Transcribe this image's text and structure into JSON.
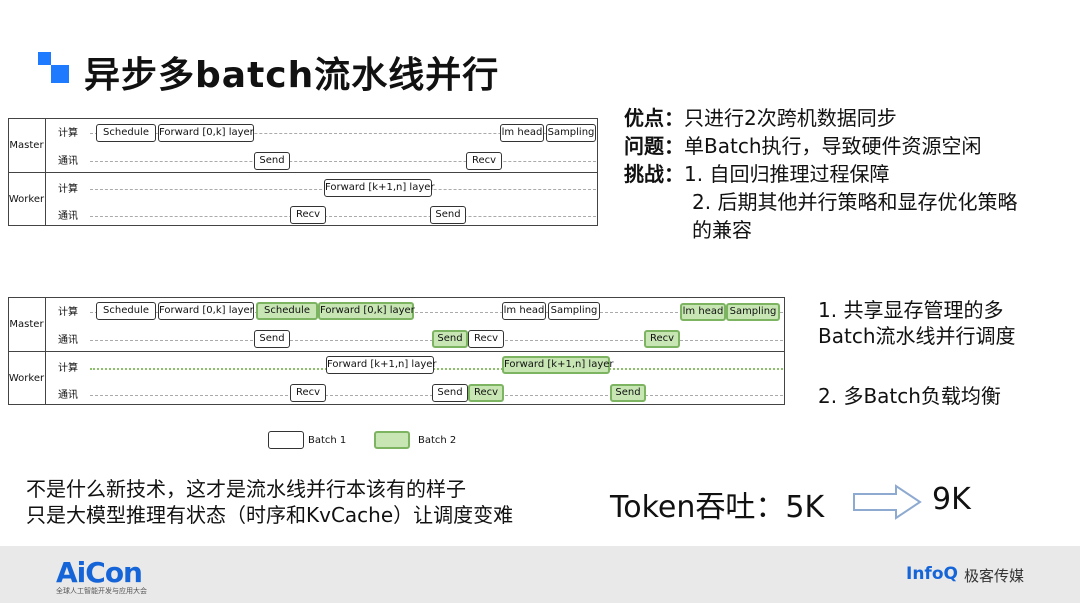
{
  "title": "异步多batch流水线并行",
  "lanes": {
    "compute": "计算",
    "comm": "通讯"
  },
  "rows": {
    "master": "Master",
    "worker": "Worker"
  },
  "diagram1": {
    "master_compute": [
      "Schedule",
      "Forward [0,k] layer",
      "lm head",
      "Sampling"
    ],
    "master_comm": [
      "Send",
      "Recv"
    ],
    "worker_compute": [
      "Forward [k+1,n] layer"
    ],
    "worker_comm": [
      "Recv",
      "Send"
    ]
  },
  "diagram2": {
    "master_compute": [
      "Schedule",
      "Forward [0,k] layer",
      "Schedule",
      "Forward [0,k] layer",
      "lm head",
      "Sampling",
      "lm head",
      "Sampling"
    ],
    "master_comm": [
      "Send",
      "Send",
      "Recv",
      "Recv"
    ],
    "worker_compute": [
      "Forward [k+1,n] layer",
      "Forward [k+1,n] layer"
    ],
    "worker_comm": [
      "Recv",
      "Send",
      "Recv",
      "Send"
    ]
  },
  "legend": {
    "batch1": "Batch 1",
    "batch2": "Batch 2"
  },
  "pros": {
    "k1": "优点：",
    "v1": "只进行2次跨机数据同步",
    "k2": "问题：",
    "v2": "单Batch执行，导致硬件资源空闲",
    "k3": "挑战：",
    "v3": "1. 自回归推理过程保障",
    "v4": "2. 后期其他并行策略和显存优化策略",
    "v5": "的兼容"
  },
  "right2": {
    "l1": "1. 共享显存管理的多",
    "l2": "Batch流水线并行调度",
    "l3": "2. 多Batch负载均衡"
  },
  "note": {
    "l1": "不是什么新技术，这才是流水线并行本该有的样子",
    "l2": "只是大模型推理有状态（时序和KvCache）让调度变难"
  },
  "token": {
    "label": "Token吞吐：5K",
    "after": "9K"
  },
  "footer": {
    "aicon": "AiCon",
    "aicon_sub": "全球人工智能开发与应用大会",
    "infoq": "InfoQ",
    "geek": "极客传媒"
  },
  "colors": {
    "accent": "#1e7bff",
    "batch2_fill": "#c7e6b4",
    "batch2_border": "#7db462"
  },
  "icons": {
    "title_mark": "square-blocks-icon",
    "arrow": "right-arrow-outline-icon"
  }
}
